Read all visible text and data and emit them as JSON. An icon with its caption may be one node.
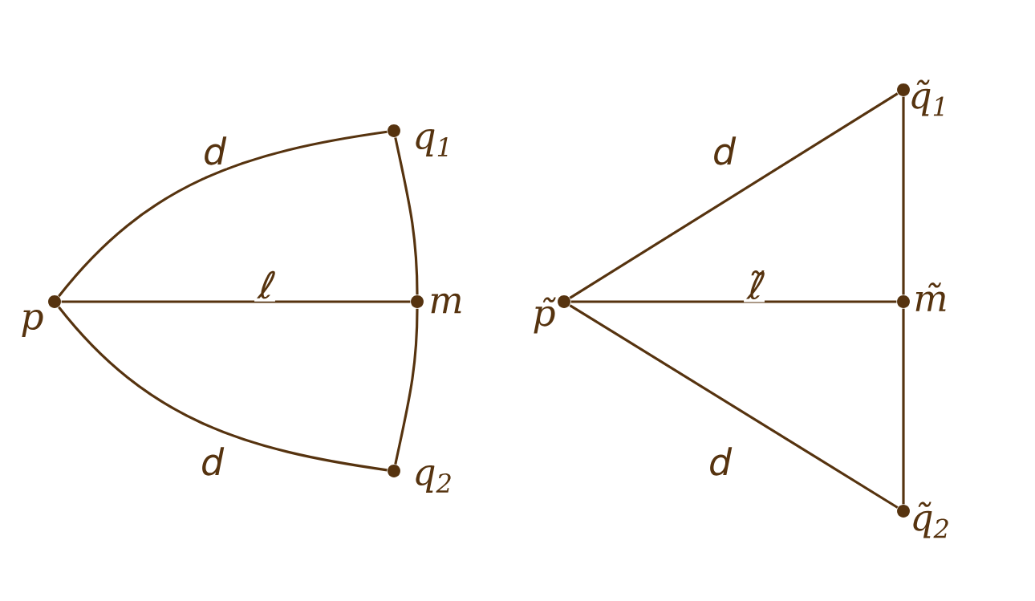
{
  "diagram": {
    "nodes": [
      {
        "text": [
          "p"
        ]
      },
      {
        "text": [
          "q$_{1}$"
        ]
      },
      {
        "text": [
          "m"
        ]
      },
      {
        "text": [
          "q$_{2}$"
        ]
      },
      {
        "text": [
          "p̃"
        ]
      },
      {
        "text": [
          "q̃$_{1}$"
        ]
      },
      {
        "text": [
          "m̃"
        ]
      },
      {
        "text": [
          "q̃$_{2}$"
        ]
      }
    ],
    "edges": [
      {
        "from": 0,
        "to": 1,
        "arrow": "none",
        "label": "d"
      },
      {
        "from": 0,
        "to": 2,
        "arrow": "none",
        "label": "ℓ"
      },
      {
        "from": 0,
        "to": 3,
        "arrow": "none",
        "label": "d"
      },
      {
        "from": 1,
        "to": 2,
        "arrow": "none"
      },
      {
        "from": 2,
        "to": 3,
        "arrow": "none"
      },
      {
        "from": 4,
        "to": 5,
        "arrow": "none",
        "label": "d"
      },
      {
        "from": 4,
        "to": 6,
        "arrow": "none",
        "label": "ℓ̃"
      },
      {
        "from": 4,
        "to": 7,
        "arrow": "none",
        "label": "d"
      },
      {
        "from": 5,
        "to": 6,
        "arrow": "none"
      },
      {
        "from": 6,
        "to": 7,
        "arrow": "none"
      }
    ]
  }
}
